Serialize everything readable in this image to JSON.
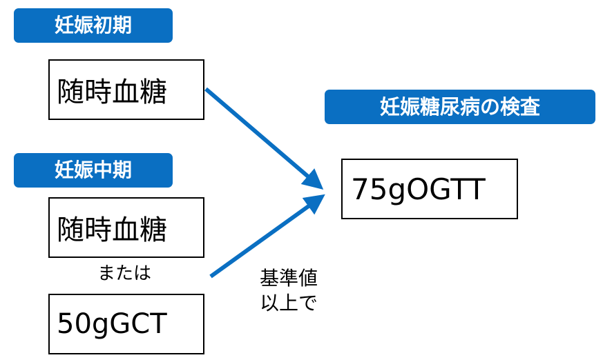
{
  "colors": {
    "badge_bg": "#0a6fc2",
    "badge_text": "#ffffff",
    "arrow": "#0a6fc2",
    "box_border": "#000000"
  },
  "early": {
    "label": "妊娠初期",
    "test": "随時血糖"
  },
  "mid": {
    "label": "妊娠中期",
    "test": "随時血糖",
    "or_text": "または",
    "alt_test": "50gGCT"
  },
  "result": {
    "label": "妊娠糖尿病の検査",
    "test": "75gOGTT"
  },
  "condition": {
    "line1": "基準値",
    "line2": "以上で"
  }
}
